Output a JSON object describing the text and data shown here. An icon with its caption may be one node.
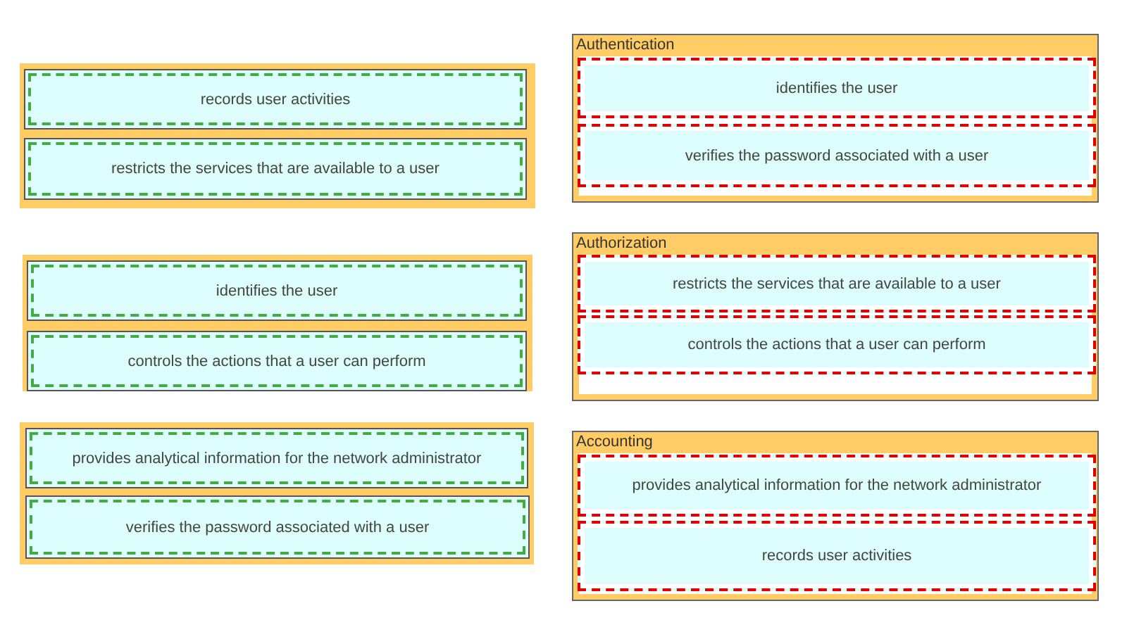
{
  "diagram": {
    "nodes": [
      {
        "text": [],
        "shape": "box"
      },
      {
        "text": [
          "records user activities"
        ],
        "in": 0
      },
      {
        "text": [
          "restricts the services that are available to a user"
        ],
        "in": 0
      },
      {
        "text": [],
        "shape": "box"
      },
      {
        "text": [
          "identifies the user"
        ],
        "in": 3
      },
      {
        "text": [
          "controls the actions that a user can perform"
        ],
        "in": 3
      },
      {
        "text": [],
        "shape": "box"
      },
      {
        "text": [
          "provides analytical information for the network administrator"
        ],
        "in": 6
      },
      {
        "text": [
          "verifies the password associated with a user"
        ],
        "in": 6
      },
      {
        "text": [
          "Authentication"
        ]
      },
      {
        "text": [
          "identifies the user"
        ],
        "in": 9
      },
      {
        "text": [
          "verifies the password associated with a user"
        ],
        "in": 9
      },
      {
        "text": [
          "Authorization"
        ]
      },
      {
        "text": [
          "restricts the services that are available to a user"
        ],
        "in": 12
      },
      {
        "text": [
          "controls the actions that a user can perform"
        ],
        "in": 12
      },
      {
        "text": [
          "Accounting"
        ]
      },
      {
        "text": [
          "provides analytical information for the network administrator"
        ],
        "in": 15
      },
      {
        "text": [
          "records user activities"
        ],
        "in": 15
      }
    ]
  }
}
